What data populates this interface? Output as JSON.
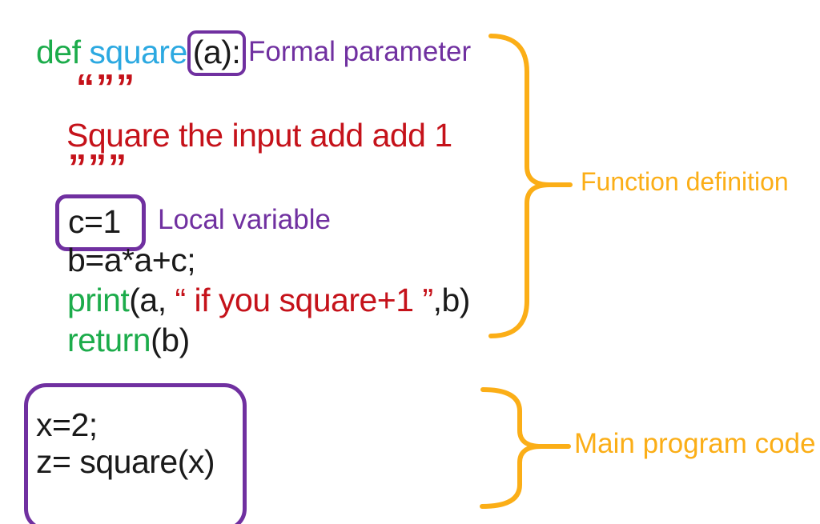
{
  "palette": {
    "green": "#1CAC4B",
    "blue": "#2CA9E1",
    "red": "#C5121A",
    "purple": "#7030A0",
    "gold": "#FBAE17",
    "ink": "#1A1A1A"
  },
  "function_definition": {
    "def_keyword": "def ",
    "function_name": "square",
    "formal_parameter_code": "(a):",
    "formal_parameter_label": "Formal parameter",
    "docstring_open_quotes": "“””",
    "docstring_text": "Square the input add add 1",
    "docstring_close_quotes": "”””",
    "local_variable_code": "c=1",
    "local_variable_label": "Local variable",
    "assignment_line": "b=a*a+c;",
    "print_line": {
      "keyword": "print",
      "args_left": "(a, ",
      "string_literal": "“ if you square+1  ”",
      "args_right": ",b)"
    },
    "return_line": {
      "keyword": "return",
      "value": "(b)"
    },
    "brace_label": "Function definition"
  },
  "main_program": {
    "line_1": "x=2;",
    "line_2": "z= square(x)",
    "brace_label": "Main program code"
  }
}
